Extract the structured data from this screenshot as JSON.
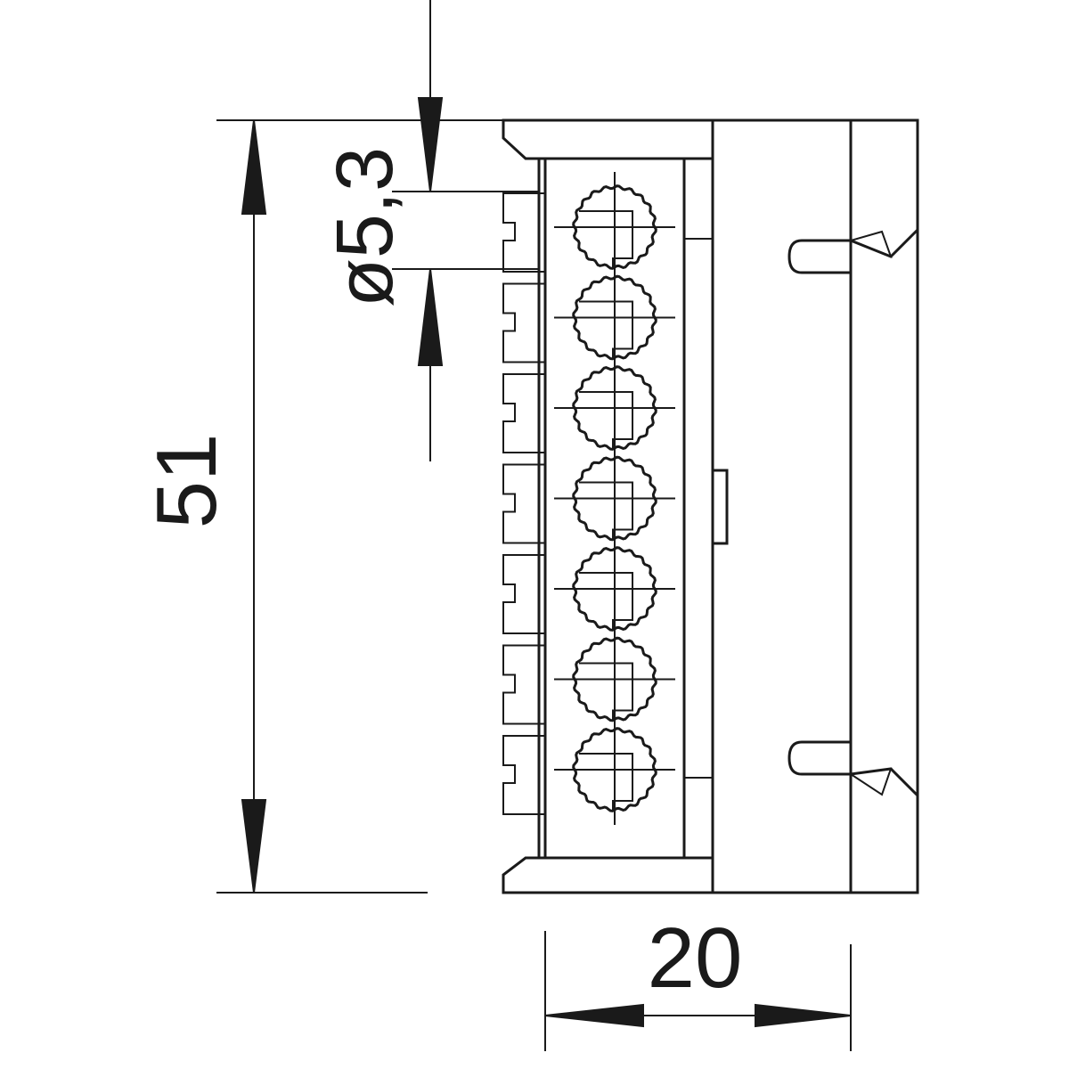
{
  "dimensions": {
    "height": "51",
    "width": "20",
    "hole_diameter": "ø5,3"
  },
  "terminal_count": 7,
  "colors": {
    "line": "#1a1a1a",
    "background": "#ffffff"
  }
}
